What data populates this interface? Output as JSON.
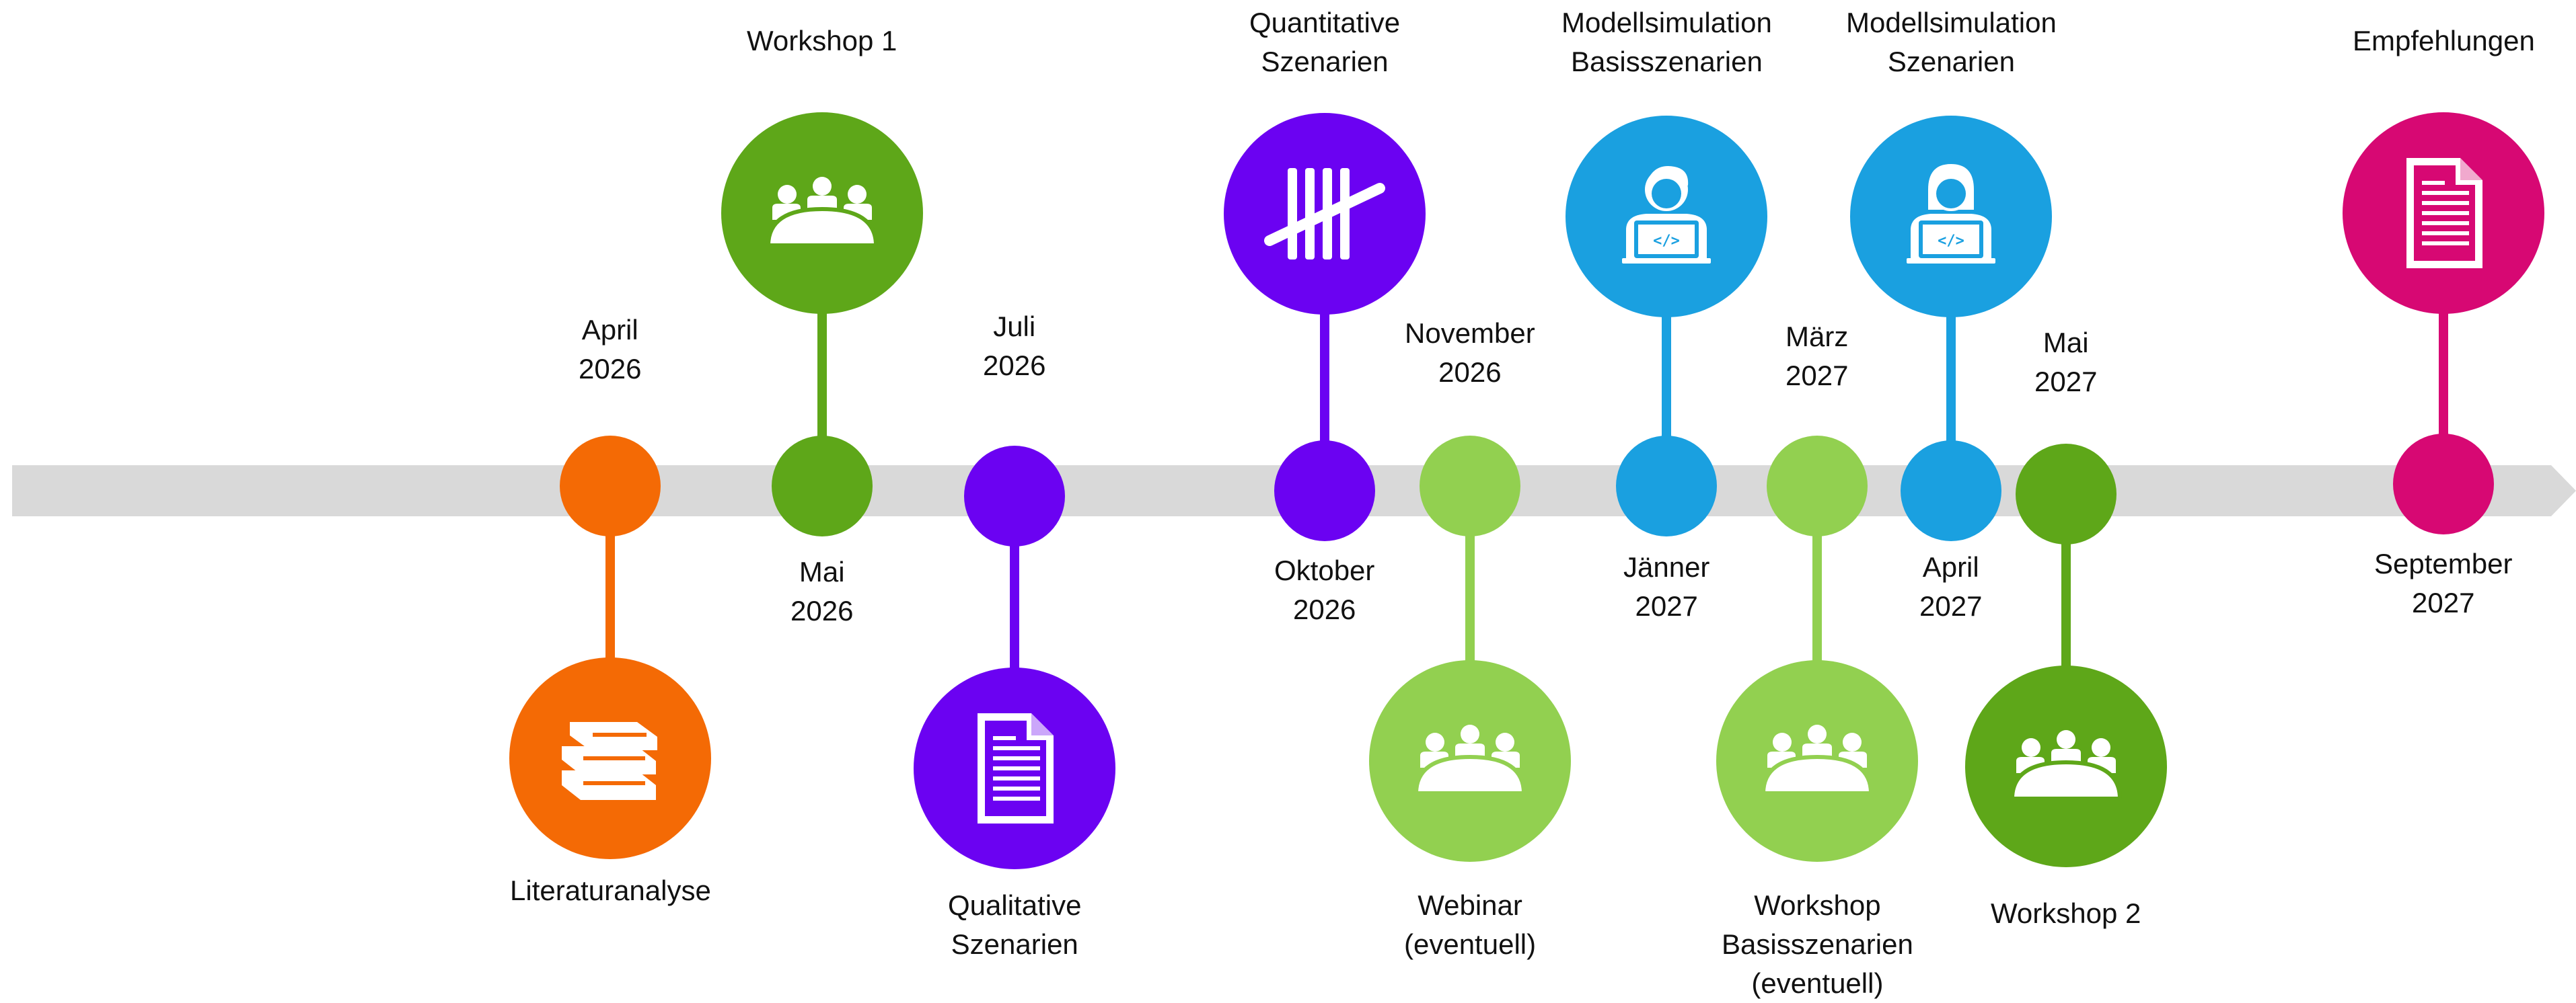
{
  "milestones": [
    {
      "id": "literaturanalyse",
      "date": [
        "April",
        "2026"
      ],
      "event": [
        "Literaturanalyse"
      ],
      "color": "#F46A05",
      "icon": "books-icon",
      "side": "below"
    },
    {
      "id": "workshop-1",
      "date": [
        "Mai",
        "2026"
      ],
      "event": [
        "Workshop 1"
      ],
      "color": "#5EA719",
      "icon": "meeting-icon",
      "side": "above"
    },
    {
      "id": "qualitative-szenarien",
      "date": [
        "Juli",
        "2026"
      ],
      "event": [
        "Qualitative",
        "Szenarien"
      ],
      "color": "#6B02F2",
      "icon": "document-icon",
      "side": "below"
    },
    {
      "id": "quantitative-szenarien",
      "date": [
        "Oktober",
        "2026"
      ],
      "event": [
        "Quantitative",
        "Szenarien"
      ],
      "color": "#6B02F2",
      "icon": "tally-icon",
      "side": "above"
    },
    {
      "id": "webinar",
      "date": [
        "November",
        "2026"
      ],
      "event": [
        "Webinar",
        "(eventuell)"
      ],
      "color": "#92D050",
      "icon": "meeting-icon",
      "side": "below"
    },
    {
      "id": "modellsimulation-basisszenarien",
      "date": [
        "Jänner",
        "2027"
      ],
      "event": [
        "Modellsimulation",
        "Basisszenarien"
      ],
      "color": "#1AA0E0",
      "icon": "developer-male-icon",
      "side": "above"
    },
    {
      "id": "workshop-basisszenarien",
      "date": [
        "März",
        "2027"
      ],
      "event": [
        "Workshop",
        "Basisszenarien",
        "(eventuell)"
      ],
      "color": "#92D050",
      "icon": "meeting-icon",
      "side": "below"
    },
    {
      "id": "modellsimulation-szenarien",
      "date": [
        "April",
        "2027"
      ],
      "event": [
        "Modellsimulation",
        "Szenarien"
      ],
      "color": "#1AA0E0",
      "icon": "developer-female-icon",
      "side": "above"
    },
    {
      "id": "workshop-2",
      "date": [
        "Mai",
        "2027"
      ],
      "event": [
        "Workshop 2"
      ],
      "color": "#5EA719",
      "icon": "meeting-icon",
      "side": "below"
    },
    {
      "id": "empfehlungen",
      "date": [
        "September",
        "2027"
      ],
      "event": [
        "Empfehlungen"
      ],
      "color": "#D70873",
      "icon": "document-icon",
      "side": "above"
    }
  ],
  "colors": {
    "arrow": "#D9D9D9",
    "icon": "#ffffff",
    "text": "#111111"
  }
}
